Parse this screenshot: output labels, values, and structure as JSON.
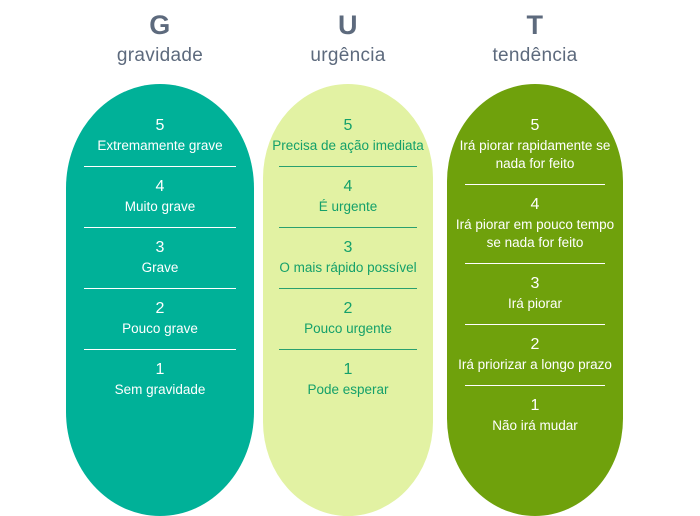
{
  "columns": [
    {
      "id": "gravidade",
      "letter": "G",
      "word": "gravidade",
      "bg_color": "#00b198",
      "text_color": "#ffffff",
      "divider_color": "#ffffff",
      "levels": [
        {
          "score": "5",
          "label": "Extremamente grave"
        },
        {
          "score": "4",
          "label": "Muito grave"
        },
        {
          "score": "3",
          "label": "Grave"
        },
        {
          "score": "2",
          "label": "Pouco grave"
        },
        {
          "score": "1",
          "label": "Sem gravidade"
        }
      ]
    },
    {
      "id": "urgencia",
      "letter": "U",
      "word": "urgência",
      "bg_color": "#e2f2a3",
      "text_color": "#14a06a",
      "divider_color": "#2aa06e",
      "levels": [
        {
          "score": "5",
          "label": "Precisa de ação imediata"
        },
        {
          "score": "4",
          "label": "É urgente"
        },
        {
          "score": "3",
          "label": "O mais rápido possível"
        },
        {
          "score": "2",
          "label": "Pouco urgente"
        },
        {
          "score": "1",
          "label": "Pode esperar"
        }
      ]
    },
    {
      "id": "tendencia",
      "letter": "T",
      "word": "tendência",
      "bg_color": "#6fa10c",
      "text_color": "#ffffff",
      "divider_color": "#ffffff",
      "levels": [
        {
          "score": "5",
          "label": "Irá piorar rapidamente se nada for feito"
        },
        {
          "score": "4",
          "label": "Irá piorar em pouco tempo se nada for feito"
        },
        {
          "score": "3",
          "label": "Irá piorar"
        },
        {
          "score": "2",
          "label": "Irá priorizar a longo prazo"
        },
        {
          "score": "1",
          "label": "Não irá mudar"
        }
      ]
    }
  ],
  "header_text_color": "#5d6a7d",
  "background_color": "#ffffff"
}
